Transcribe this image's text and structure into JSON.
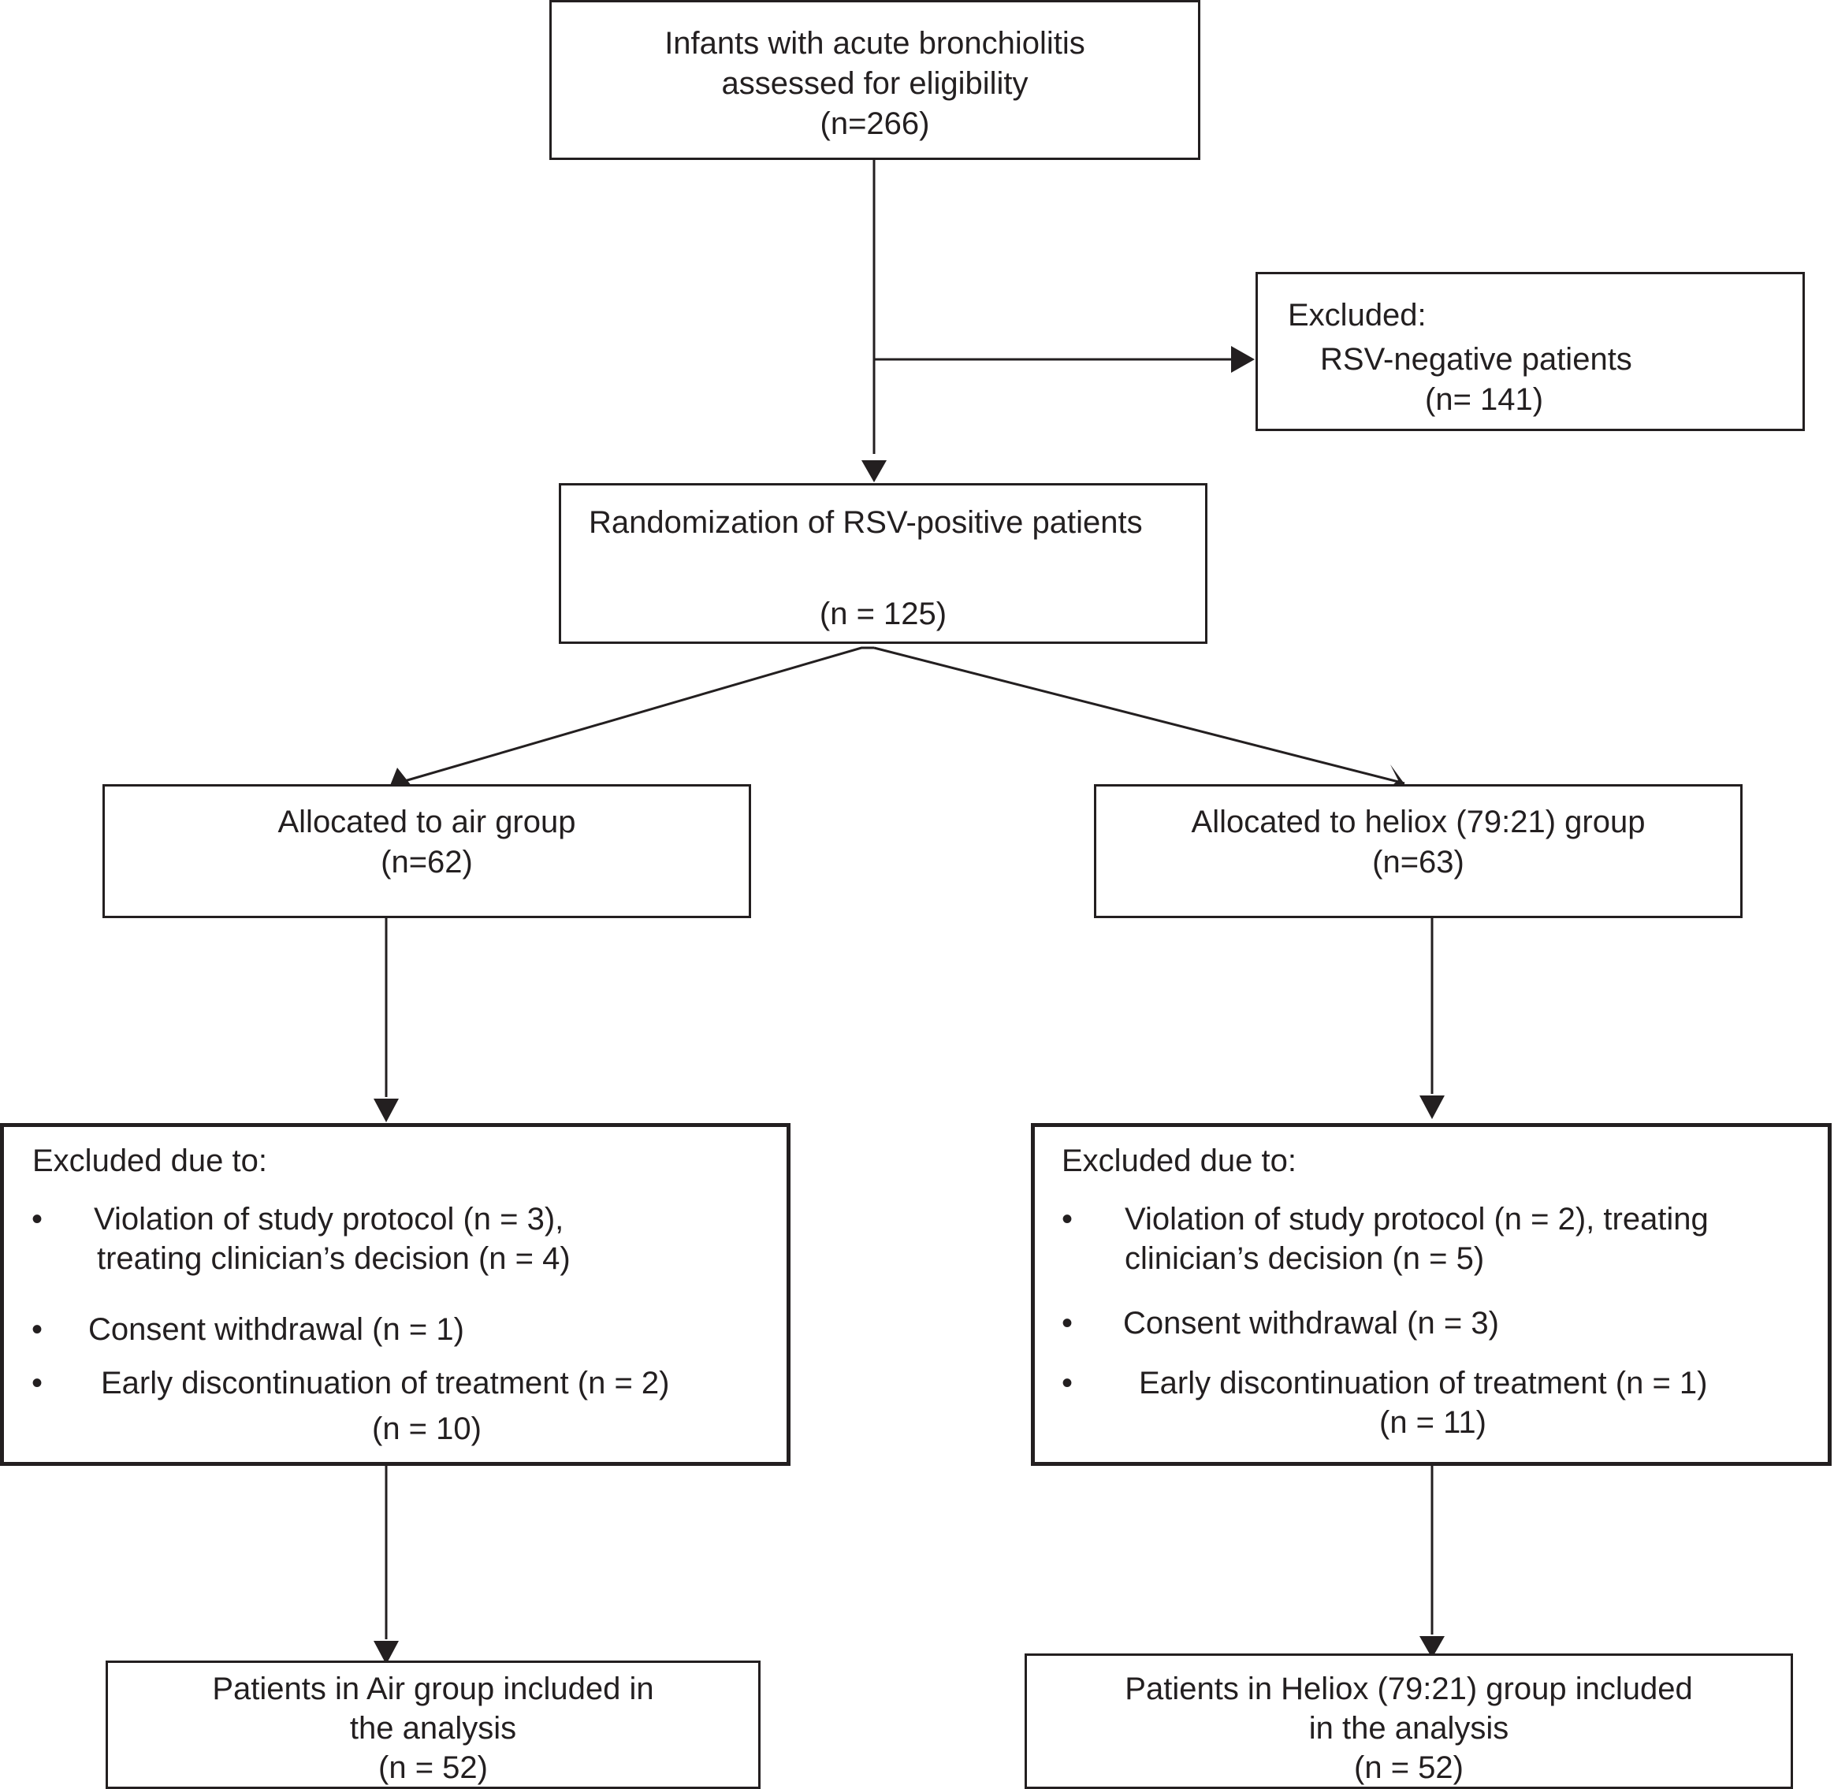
{
  "boxes": {
    "assessed": {
      "line1": "Infants with acute bronchiolitis",
      "line2": "assessed for eligibility",
      "count": "(n=266)"
    },
    "excluded_top": {
      "heading": "Excluded:",
      "reason": "RSV-negative patients",
      "count": "(n= 141)"
    },
    "randomization": {
      "title": "Randomization of RSV-positive patients",
      "count": "(n = 125)"
    },
    "air_alloc": {
      "title": "Allocated to air group",
      "count": "(n=62)"
    },
    "heliox_alloc": {
      "title": "Allocated to heliox (79:21) group",
      "count": "(n=63)"
    },
    "air_excluded": {
      "heading": "Excluded due to:",
      "items": [
        {
          "line1": "Violation of study protocol (n = 3),",
          "line2": "treating clinician’s decision (n = 4)"
        },
        {
          "line1": "Consent withdrawal (n = 1)"
        },
        {
          "line1": "Early discontinuation of treatment (n = 2)"
        }
      ],
      "count": "(n = 10)"
    },
    "heliox_excluded": {
      "heading": "Excluded due to:",
      "items": [
        {
          "line1": "Violation of study protocol (n = 2), treating",
          "line2": "clinician’s decision (n = 5)"
        },
        {
          "line1": "Consent withdrawal (n = 3)"
        },
        {
          "line1": "Early discontinuation of treatment (n = 1)"
        }
      ],
      "count": "(n = 11)"
    },
    "air_analysis": {
      "line1": "Patients in Air group included in",
      "line2": "the analysis",
      "count": "(n = 52)"
    },
    "heliox_analysis": {
      "line1": "Patients in Heliox (79:21) group included",
      "line2": "in the analysis",
      "count": "(n = 52)"
    }
  },
  "bullet_glyph": "•"
}
